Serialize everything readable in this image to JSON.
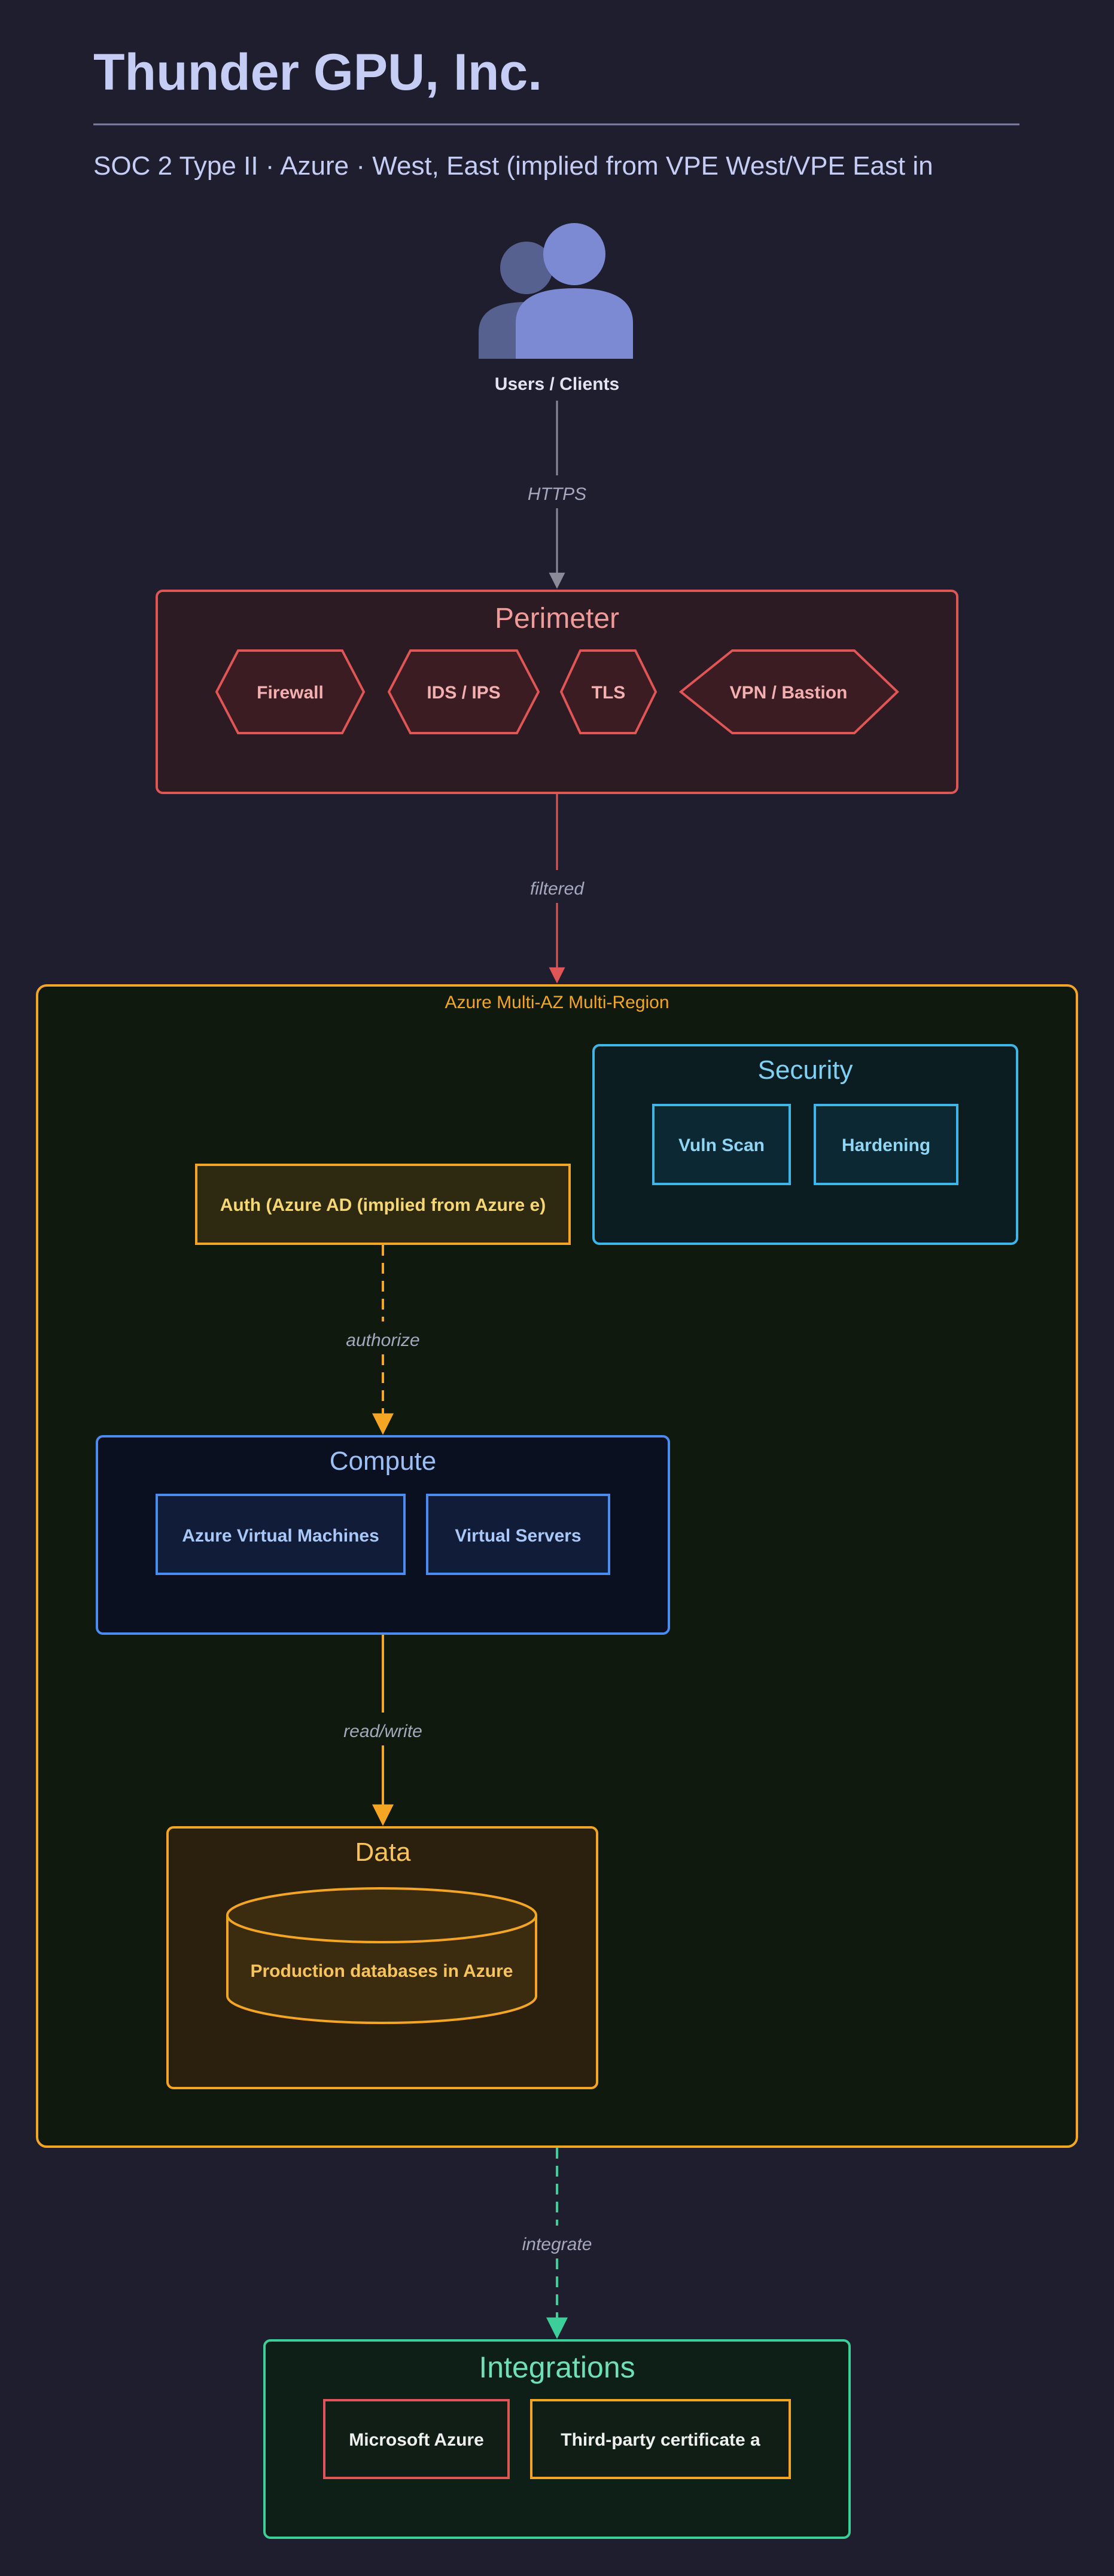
{
  "header": {
    "title": "Thunder GPU, Inc.",
    "subtitle": "SOC 2 Type II · Azure · West, East (implied from VPE West/VPE East in"
  },
  "users": {
    "label": "Users / Clients",
    "icon": "users-icon"
  },
  "edges": {
    "https": "HTTPS",
    "filtered": "filtered",
    "authorize": "authorize",
    "read_write": "read/write",
    "integrate": "integrate"
  },
  "perimeter": {
    "title": "Perimeter",
    "items": [
      "Firewall",
      "IDS / IPS",
      "TLS",
      "VPN / Bastion"
    ]
  },
  "cloud": {
    "label": "Azure Multi-AZ Multi-Region"
  },
  "security": {
    "title": "Security",
    "items": [
      "Vuln Scan",
      "Hardening"
    ]
  },
  "auth": {
    "label": "Auth (Azure AD (implied from Azure e)"
  },
  "compute": {
    "title": "Compute",
    "items": [
      "Azure Virtual Machines",
      "Virtual Servers"
    ]
  },
  "data": {
    "title": "Data",
    "items": [
      "Production databases in Azure"
    ]
  },
  "integrations": {
    "title": "Integrations",
    "items": [
      "Microsoft Azure",
      "Third-party certificate a"
    ]
  },
  "colors": {
    "background": "#1e1e2e",
    "title": "#c5cdf5",
    "perimeter": "#e05555",
    "cloud": "#f5a524",
    "security": "#3fb6e8",
    "compute": "#4a8cf0",
    "data": "#f5a524",
    "integrations": "#3ccf9a",
    "users": "#7c8ad4"
  }
}
